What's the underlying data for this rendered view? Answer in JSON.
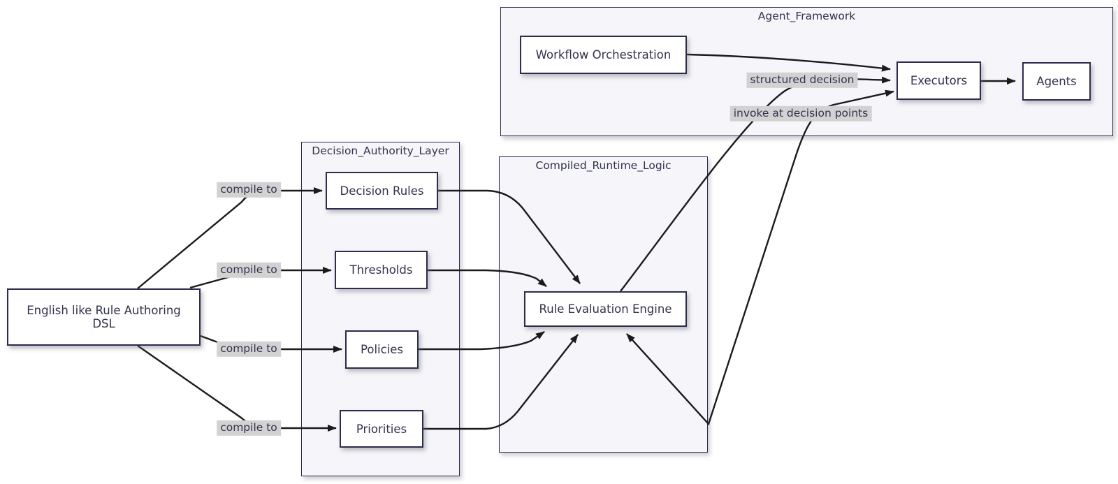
{
  "diagram_type": "flowchart",
  "colors": {
    "node_fill": "#ffffff",
    "node_border": "#2c2c4d",
    "subgraph_fill": "#f6f6fa",
    "subgraph_border": "#2c2c4d",
    "edge_stroke": "#1b1b1b",
    "edge_label_bg": "#d2d2d2",
    "text": "#32324e",
    "background": "#ffffff"
  },
  "subgraphs": {
    "agent_framework": {
      "title": "Agent_Framework"
    },
    "decision_authority_layer": {
      "title": "Decision_Authority_Layer"
    },
    "compiled_runtime_logic": {
      "title": "Compiled_Runtime_Logic"
    }
  },
  "nodes": {
    "dsl": {
      "label": "English like Rule Authoring DSL",
      "lines": [
        "English like Rule Authoring",
        "DSL"
      ]
    },
    "decision_rules": {
      "label": "Decision Rules"
    },
    "thresholds": {
      "label": "Thresholds"
    },
    "policies": {
      "label": "Policies"
    },
    "priorities": {
      "label": "Priorities"
    },
    "rule_evaluation_engine": {
      "label": "Rule Evaluation Engine"
    },
    "workflow_orchestration": {
      "label": "Workflow Orchestration"
    },
    "executors": {
      "label": "Executors"
    },
    "agents": {
      "label": "Agents"
    }
  },
  "edge_labels": {
    "compile_to_1": "compile to",
    "compile_to_2": "compile to",
    "compile_to_3": "compile to",
    "compile_to_4": "compile to",
    "structured_decision": "structured decision",
    "invoke_at_decision_points": "invoke at decision points"
  },
  "edges": [
    {
      "from": "English like Rule Authoring DSL",
      "to": "Decision Rules",
      "label": "compile to"
    },
    {
      "from": "English like Rule Authoring DSL",
      "to": "Thresholds",
      "label": "compile to"
    },
    {
      "from": "English like Rule Authoring DSL",
      "to": "Policies",
      "label": "compile to"
    },
    {
      "from": "English like Rule Authoring DSL",
      "to": "Priorities",
      "label": "compile to"
    },
    {
      "from": "Decision Rules",
      "to": "Rule Evaluation Engine",
      "label": ""
    },
    {
      "from": "Thresholds",
      "to": "Rule Evaluation Engine",
      "label": ""
    },
    {
      "from": "Policies",
      "to": "Rule Evaluation Engine",
      "label": ""
    },
    {
      "from": "Priorities",
      "to": "Rule Evaluation Engine",
      "label": ""
    },
    {
      "from": "Workflow Orchestration",
      "to": "Executors",
      "label": ""
    },
    {
      "from": "Rule Evaluation Engine",
      "to": "Executors",
      "label": "structured decision"
    },
    {
      "from": "Executors",
      "to": "Rule Evaluation Engine",
      "label": "invoke at decision points"
    },
    {
      "from": "Executors",
      "to": "Agents",
      "label": ""
    }
  ]
}
